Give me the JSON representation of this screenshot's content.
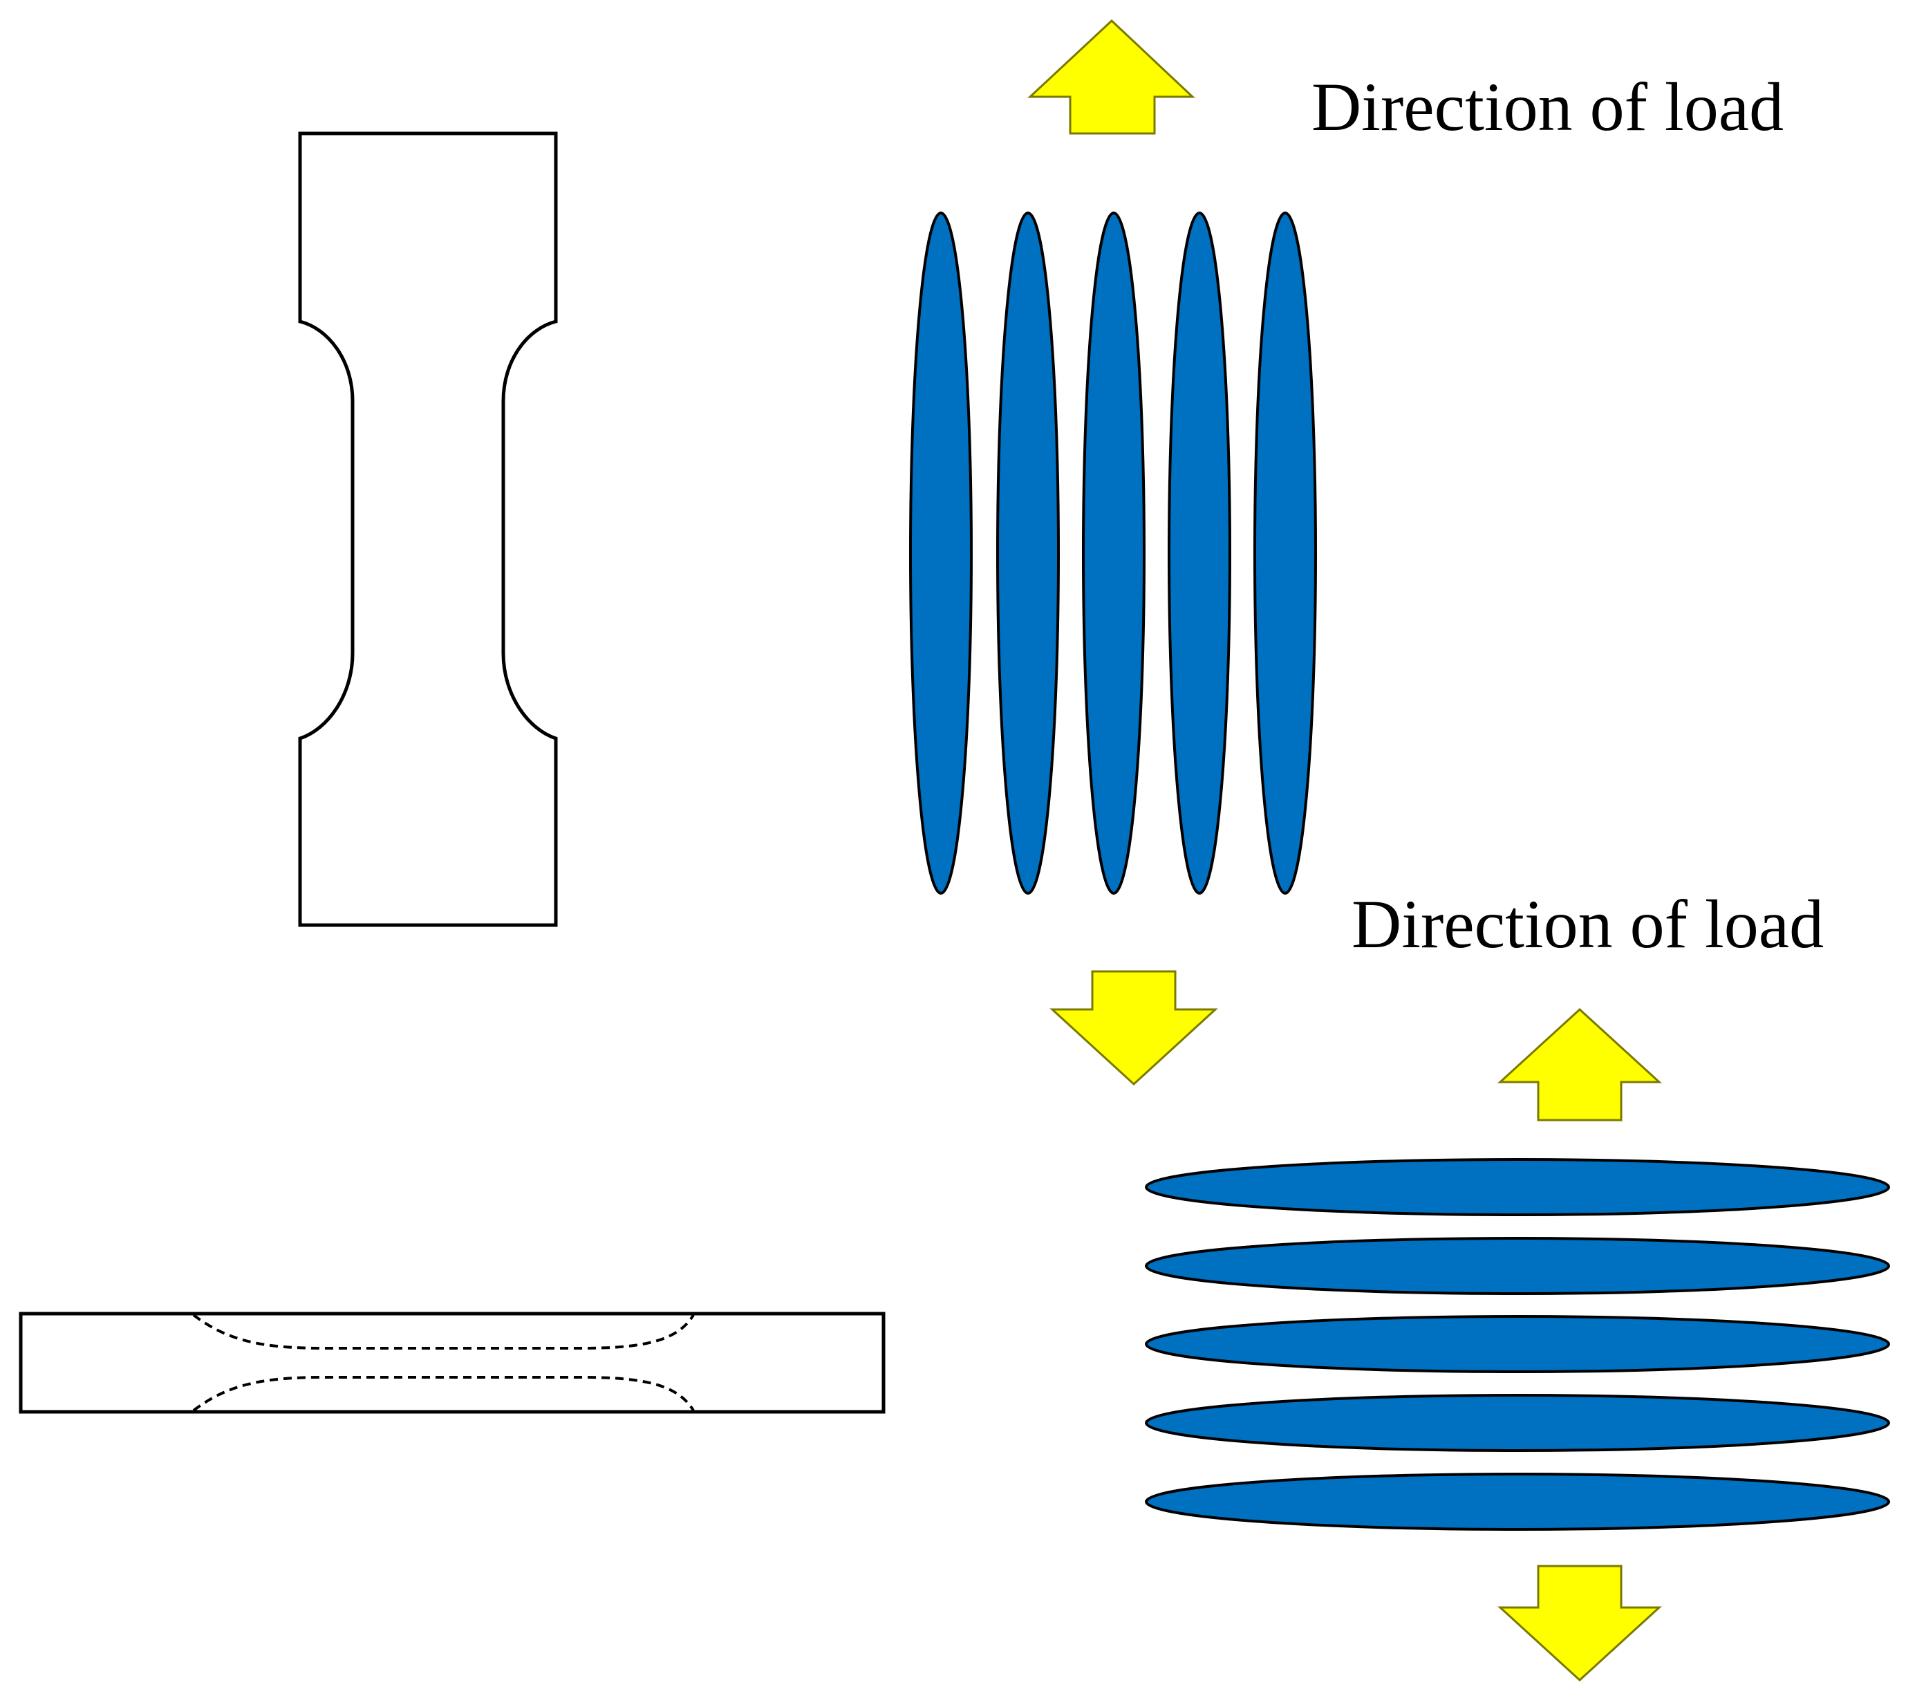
{
  "labels": {
    "load_top": "Direction of load",
    "load_right": "Direction of load"
  },
  "colors": {
    "fiber_fill": "#0070C0",
    "fiber_stroke": "#000000",
    "arrow_fill": "#FFFF00",
    "arrow_stroke": "#7A7A00",
    "outline": "#000000",
    "background": "#FFFFFF"
  },
  "icons": {
    "arrow": "block-arrow-icon",
    "fiber": "ellipse-fiber-icon"
  },
  "groups": {
    "vertical_fibers": {
      "count": 5,
      "orientation": "vertical"
    },
    "horizontal_fibers": {
      "count": 5,
      "orientation": "horizontal"
    }
  }
}
